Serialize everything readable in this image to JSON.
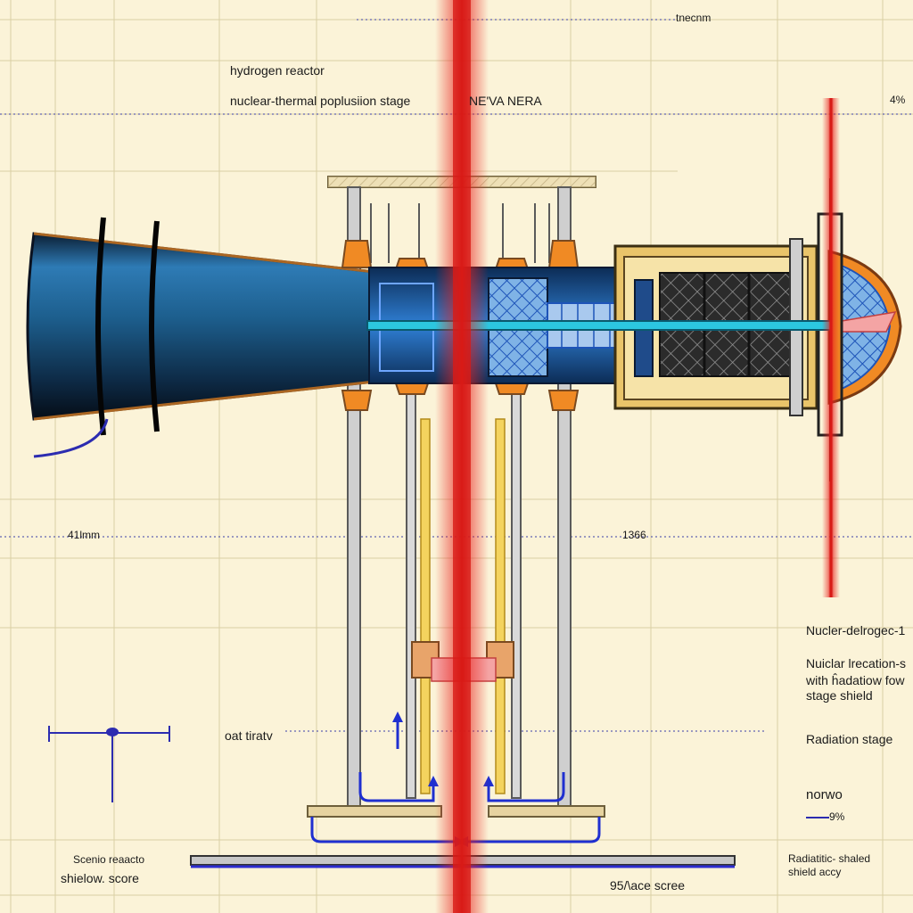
{
  "title": {
    "line1": "hydrogen reactor",
    "line2": "nuclear-thermal poplusiion stage",
    "tag": "NE'VA NERA"
  },
  "dimensions": {
    "top": "tnecnm",
    "top_right": "4%",
    "left_mid": "41lmm",
    "center_mid": "1366",
    "flow_label": "oat tiratv"
  },
  "notes": {
    "n1": "Nucler-delrogec-1",
    "n2a": "Nuiclar lrecation-s",
    "n2b": "with ĥadatiow fow",
    "n2c": "stage shield",
    "n3": "Radiation stage",
    "n4": "norwo",
    "n5": "9%"
  },
  "footer": {
    "left_a": "Scenio reaacto",
    "left_b": "shielow. score",
    "center": "95/\\ace scree",
    "right_a": "Radiatitic- shaled",
    "right_b": "shield accy"
  },
  "colors": {
    "paper": "#fbf3d8",
    "grid": "#d9cfa4",
    "nozzle": "#1d5f8e",
    "accent": "#f08a24",
    "beam": "#e8231f",
    "coolant": "#1f2fd0"
  }
}
